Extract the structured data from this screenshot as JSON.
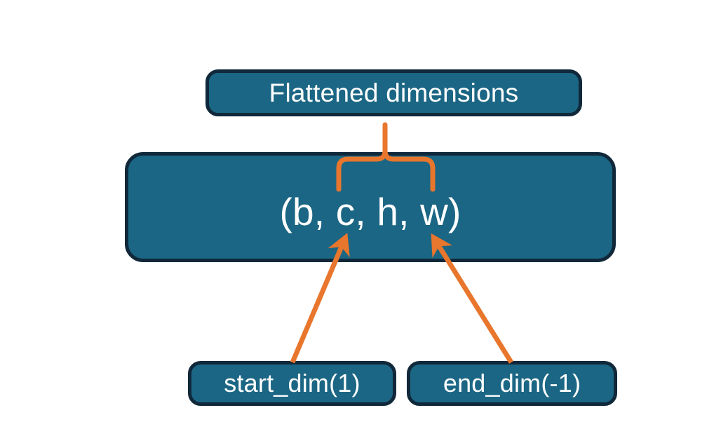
{
  "diagram": {
    "title_node": {
      "label": "Flattened dimensions"
    },
    "tensor_node": {
      "label": "(b, c, h, w)"
    },
    "argument_nodes": [
      {
        "label": "start_dim(1)"
      },
      {
        "label": "end_dim(-1)"
      }
    ],
    "connectors": {
      "brace": {
        "name": "curly-brace-connector",
        "points_to": "Flattened dimensions"
      },
      "arrows": [
        {
          "name": "start-dim-arrow",
          "from": "start_dim(1)",
          "to": "(b, c, h, w)"
        },
        {
          "name": "end-dim-arrow",
          "from": "end_dim(-1)",
          "to": "(b, c, h, w)"
        }
      ]
    },
    "colors": {
      "box_fill": "#1b6684",
      "box_border": "#10283a",
      "box_text": "#ffffff",
      "connector": "#e8762c",
      "background": "#ffffff"
    }
  }
}
